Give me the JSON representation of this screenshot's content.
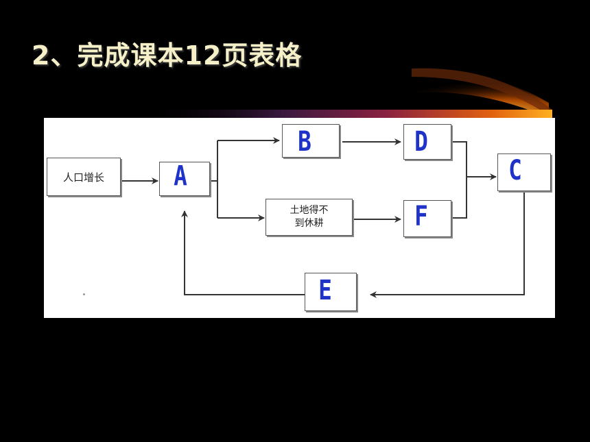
{
  "title": "2、完成课本12页表格",
  "diagram": {
    "start_node": "人口增长",
    "land_node_line1": "土地得不",
    "land_node_line2": "到休耕",
    "letters": {
      "A": "A",
      "B": "B",
      "C": "C",
      "D": "D",
      "E": "E",
      "F": "F"
    }
  },
  "colors": {
    "background": "#000000",
    "title": "#f5f0c8",
    "letter": "#1f33c9",
    "panel": "#ffffff",
    "swoosh": "#e07800"
  }
}
